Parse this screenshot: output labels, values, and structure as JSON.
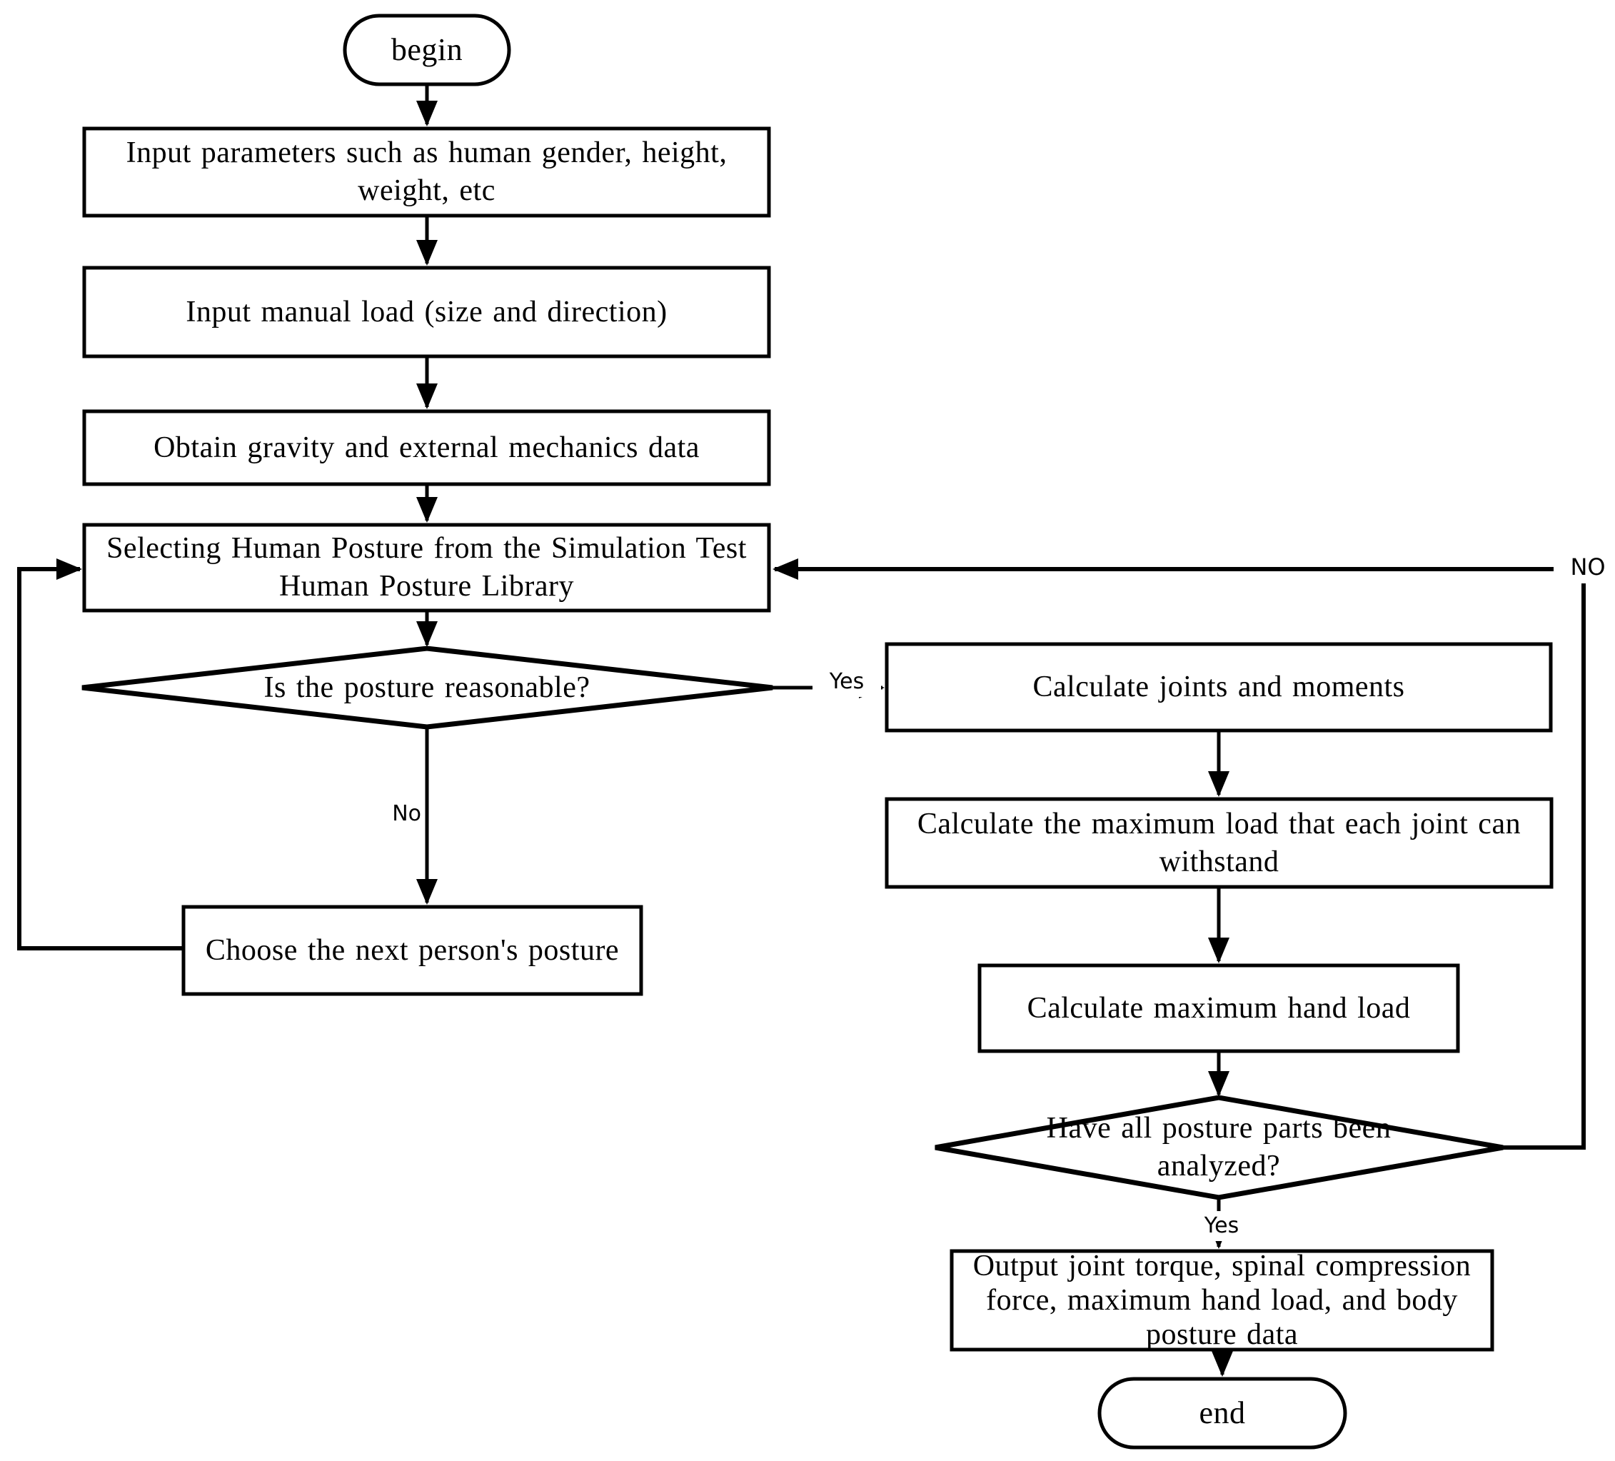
{
  "diagram": {
    "type": "flowchart",
    "colors": {
      "ink": "#000000",
      "background": "#ffffff"
    },
    "nodes": {
      "begin": {
        "shape": "terminator",
        "label": "begin"
      },
      "input_params": {
        "shape": "process",
        "label": "Input parameters such as human gender, height, weight, etc"
      },
      "input_load": {
        "shape": "process",
        "label": "Input manual load (size and direction)"
      },
      "obtain_gravity": {
        "shape": "process",
        "label": "Obtain gravity and external mechanics data"
      },
      "select_posture": {
        "shape": "process",
        "label": "Selecting Human Posture from the Simulation Test Human Posture Library"
      },
      "posture_reasonable": {
        "shape": "decision",
        "label": "Is the posture reasonable?"
      },
      "choose_next": {
        "shape": "process",
        "label": "Choose the next person's posture"
      },
      "calc_joints": {
        "shape": "process",
        "label": "Calculate joints and moments"
      },
      "calc_max_load": {
        "shape": "process",
        "label": "Calculate the maximum load that each joint can withstand"
      },
      "calc_hand_load": {
        "shape": "process",
        "label": "Calculate maximum hand load"
      },
      "all_analyzed": {
        "shape": "decision",
        "label": "Have all posture parts been analyzed?"
      },
      "output": {
        "shape": "process",
        "label": "Output joint torque, spinal compression force, maximum hand load, and body posture data"
      },
      "end": {
        "shape": "terminator",
        "label": "end"
      }
    },
    "edges": [
      {
        "from": "begin",
        "to": "input_params",
        "label": ""
      },
      {
        "from": "input_params",
        "to": "input_load",
        "label": ""
      },
      {
        "from": "input_load",
        "to": "obtain_gravity",
        "label": ""
      },
      {
        "from": "obtain_gravity",
        "to": "select_posture",
        "label": ""
      },
      {
        "from": "select_posture",
        "to": "posture_reasonable",
        "label": ""
      },
      {
        "from": "posture_reasonable",
        "to": "calc_joints",
        "label": "Yes"
      },
      {
        "from": "posture_reasonable",
        "to": "choose_next",
        "label": "No"
      },
      {
        "from": "choose_next",
        "to": "select_posture",
        "label": ""
      },
      {
        "from": "calc_joints",
        "to": "calc_max_load",
        "label": ""
      },
      {
        "from": "calc_max_load",
        "to": "calc_hand_load",
        "label": ""
      },
      {
        "from": "calc_hand_load",
        "to": "all_analyzed",
        "label": ""
      },
      {
        "from": "all_analyzed",
        "to": "output",
        "label": "Yes"
      },
      {
        "from": "all_analyzed",
        "to": "select_posture",
        "label": "NO"
      },
      {
        "from": "output",
        "to": "end",
        "label": ""
      }
    ]
  }
}
